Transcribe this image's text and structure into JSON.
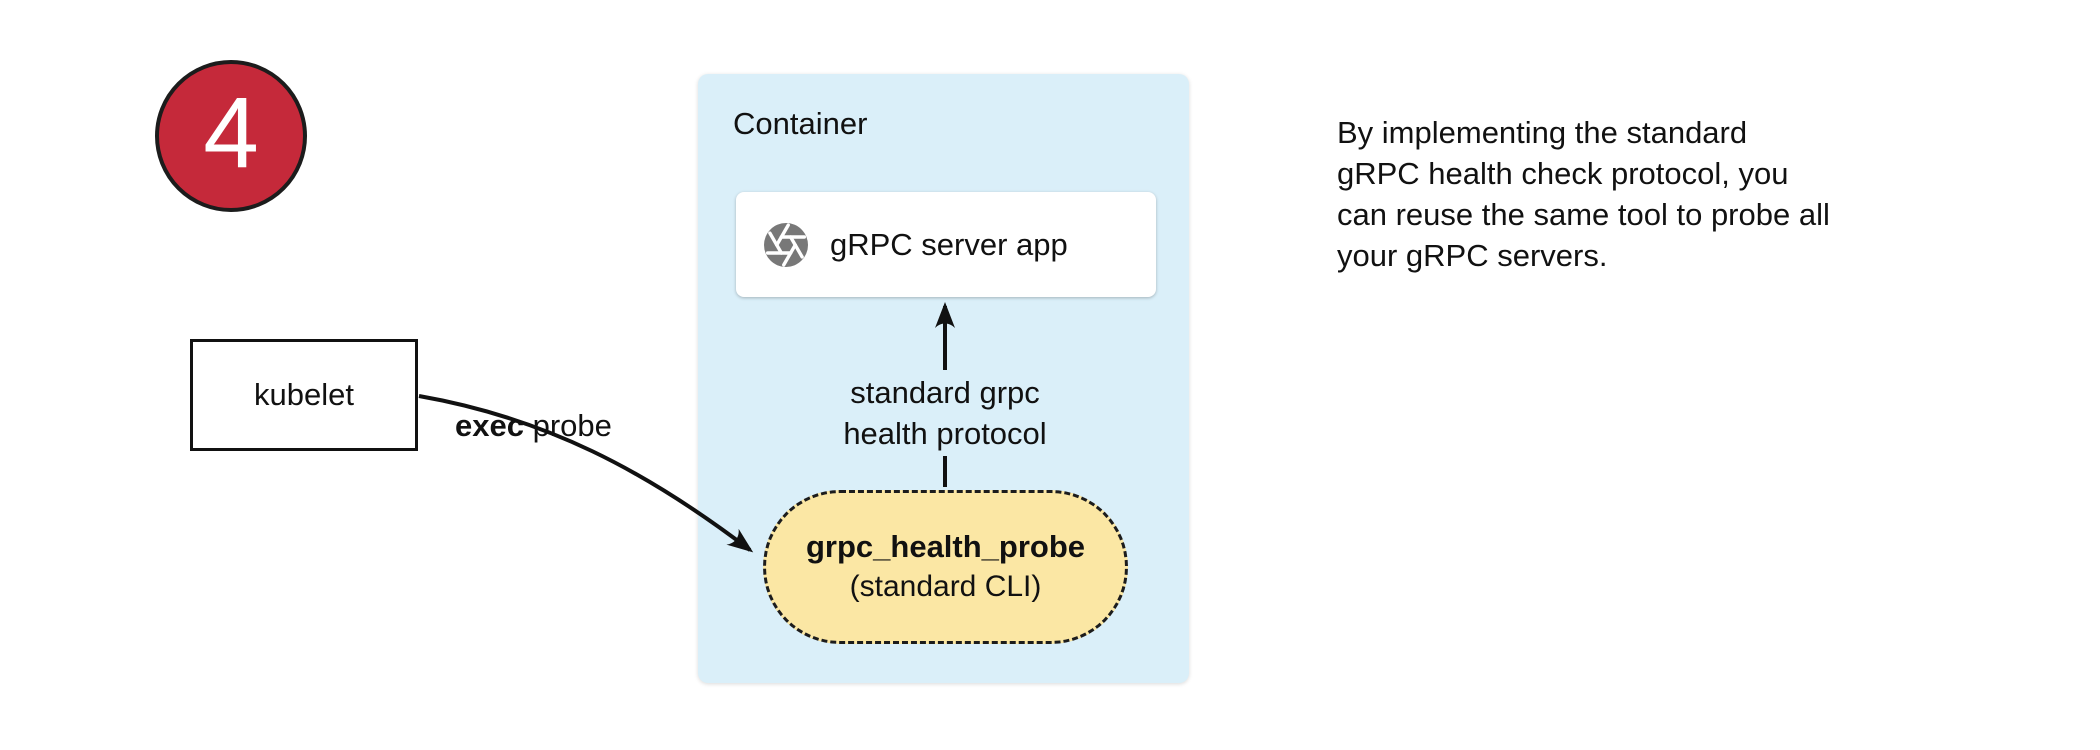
{
  "diagram": {
    "step_badge": "4",
    "kubelet_box": {
      "label": "kubelet"
    },
    "exec_probe_label": {
      "bold": "exec",
      "rest": " probe"
    },
    "container_box": {
      "title": "Container",
      "server_app": {
        "label": "gRPC server app",
        "icon": "grpc-aperture-icon"
      },
      "protocol_arrow_label": {
        "line1": "standard grpc",
        "line2": "health protocol"
      },
      "health_probe": {
        "name": "grpc_health_probe",
        "subtitle": "(standard CLI)"
      }
    },
    "note": {
      "lines": [
        "By implementing the standard",
        "gRPC health check protocol, you",
        "can reuse the same tool to probe all",
        "your gRPC servers."
      ]
    },
    "colors": {
      "badge_red": "#c5293a",
      "container_blue": "#daeff9",
      "probe_yellow": "#fbe7a4",
      "icon_gray": "#787878",
      "arrow_black": "#111111"
    }
  }
}
